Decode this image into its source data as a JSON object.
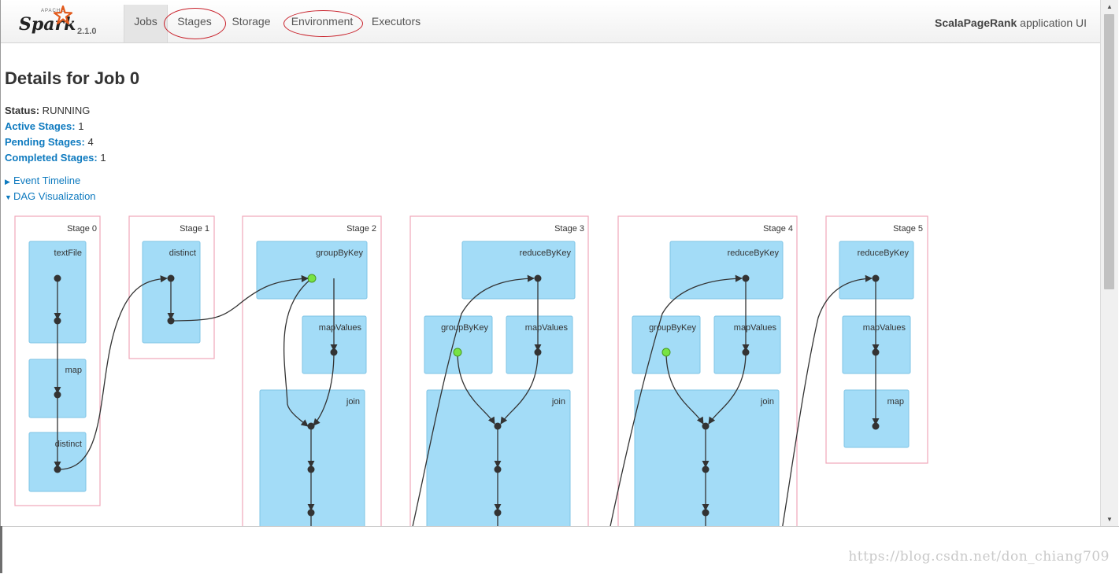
{
  "navbar": {
    "brand": {
      "apache": "APACHE",
      "word": "Spark",
      "version": "2.1.0"
    },
    "tabs": [
      {
        "label": "Jobs",
        "active": true
      },
      {
        "label": "Stages",
        "active": false
      },
      {
        "label": "Storage",
        "active": false
      },
      {
        "label": "Environment",
        "active": false
      },
      {
        "label": "Executors",
        "active": false
      }
    ],
    "app_name": "ScalaPageRank",
    "app_suffix": " application UI"
  },
  "page": {
    "title": "Details for Job 0",
    "summary": [
      {
        "label": "Status:",
        "value": " RUNNING"
      },
      {
        "label": "Active Stages:",
        "value": " 1"
      },
      {
        "label": "Pending Stages:",
        "value": " 4"
      },
      {
        "label": "Completed Stages:",
        "value": " 1"
      }
    ],
    "expanders": [
      {
        "label": "Event Timeline",
        "expanded": false
      },
      {
        "label": "DAG Visualization",
        "expanded": true
      }
    ]
  },
  "dag": {
    "stages": [
      {
        "label": "Stage 0",
        "ops": [
          "textFile",
          "map",
          "distinct"
        ]
      },
      {
        "label": "Stage 1",
        "ops": [
          "distinct"
        ]
      },
      {
        "label": "Stage 2",
        "ops": [
          "groupByKey",
          "mapValues",
          "join"
        ]
      },
      {
        "label": "Stage 3",
        "ops": [
          "reduceByKey",
          "groupByKey",
          "mapValues",
          "join"
        ]
      },
      {
        "label": "Stage 4",
        "ops": [
          "reduceByKey",
          "groupByKey",
          "mapValues",
          "join"
        ]
      },
      {
        "label": "Stage 5",
        "ops": [
          "reduceByKey",
          "mapValues",
          "map"
        ]
      }
    ],
    "colors": {
      "stage_border": "#f0a6b9",
      "cluster_fill": "#a3dcf7",
      "cached_node": "#77e343"
    }
  },
  "watermark": "https://blog.csdn.net/don_chiang709"
}
